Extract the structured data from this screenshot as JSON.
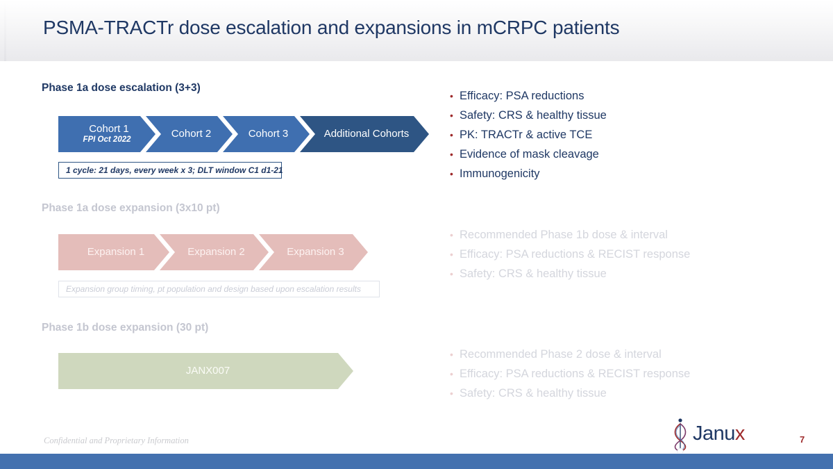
{
  "slide": {
    "title": "PSMA-TRACTr dose escalation and expansions in mCRPC patients",
    "page_number": "7",
    "confidentiality": "Confidential and Proprietary Information"
  },
  "colors": {
    "title_navy": "#1F3864",
    "chevron_blue": "#3F6FB0",
    "chevron_navy": "#2E5584",
    "chevron_pink": "#E4BDBA",
    "chevron_green": "#CFD8BE",
    "bullet_red": "#9E2A2B",
    "ghost_grey": "#d4d6dd",
    "bottom_bar_blue": "#4471AF"
  },
  "sections": [
    {
      "heading": "Phase 1a dose escalation (3+3)",
      "state": "active",
      "chevrons": [
        {
          "label": "Cohort 1",
          "sublabel": "FPI Oct 2022",
          "color": "#3F6FB0"
        },
        {
          "label": "Cohort 2",
          "sublabel": "",
          "color": "#3F6FB0"
        },
        {
          "label": "Cohort 3",
          "sublabel": "",
          "color": "#3F6FB0"
        },
        {
          "label": "Additional Cohorts",
          "sublabel": "",
          "color": "#2E5584"
        }
      ],
      "caption": "1 cycle: 21 days, every week x 3; DLT window C1 d1-21",
      "bullets": [
        "Efficacy:  PSA reductions",
        "Safety:  CRS & healthy tissue",
        "PK:  TRACTr & active TCE",
        "Evidence of mask cleavage",
        "Immunogenicity"
      ]
    },
    {
      "heading": "Phase 1a dose expansion (3x10 pt)",
      "state": "ghost",
      "chevrons": [
        {
          "label": "Expansion 1",
          "sublabel": "",
          "color": "#E4BDBA"
        },
        {
          "label": "Expansion 2",
          "sublabel": "",
          "color": "#E4BDBA"
        },
        {
          "label": "Expansion 3",
          "sublabel": "",
          "color": "#E4BDBA"
        }
      ],
      "caption": "Expansion group timing, pt population and design based upon escalation results",
      "bullets": [
        "Recommended Phase 1b dose & interval",
        "Efficacy:  PSA reductions & RECIST response",
        "Safety:  CRS & healthy tissue"
      ]
    },
    {
      "heading": "Phase 1b dose expansion (30 pt)",
      "state": "ghost",
      "chevrons": [
        {
          "label": "JANX007",
          "sublabel": "",
          "color": "#CFD8BE"
        }
      ],
      "caption": "",
      "bullets": [
        "Recommended Phase 2 dose & interval",
        "Efficacy:  PSA reductions & RECIST response",
        "Safety:  CRS & healthy tissue"
      ]
    }
  ],
  "logo": {
    "wordmark_main": "Janu",
    "wordmark_accent": "x",
    "mark_icon": "dna-helix-icon"
  },
  "bullet_glyph": "•"
}
